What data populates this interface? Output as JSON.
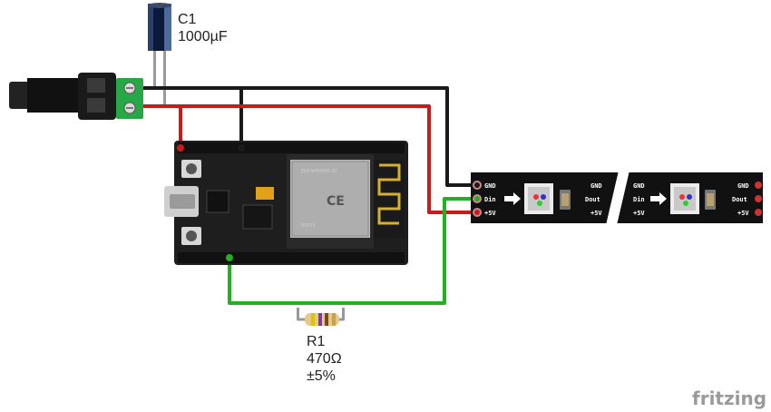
{
  "capacitor": {
    "ref": "C1",
    "value": "1000µF"
  },
  "resistor": {
    "ref": "R1",
    "value": "470Ω",
    "tolerance": "±5%"
  },
  "module": {
    "brand": "ESP-WROOM-32",
    "ce": "CE",
    "model": "ESP32"
  },
  "strip": {
    "in_pins": [
      "GND",
      "Din",
      "+5V"
    ],
    "mid_pins_out": [
      "GND",
      "Dout",
      "+5V"
    ],
    "mid_pins_in": [
      "GND",
      "Din",
      "+5V"
    ],
    "end_pins": [
      "GND",
      "Dout",
      "+5V"
    ]
  },
  "branding": {
    "logo_text": "fritzing",
    "logo_color": "#9a9a9a"
  },
  "colors": {
    "wire_black": "#1a1a1a",
    "wire_red": "#c61c1c",
    "wire_green": "#23b023",
    "board": "#1e1e1e",
    "strip": "#111111",
    "terminal": "#27a745"
  }
}
